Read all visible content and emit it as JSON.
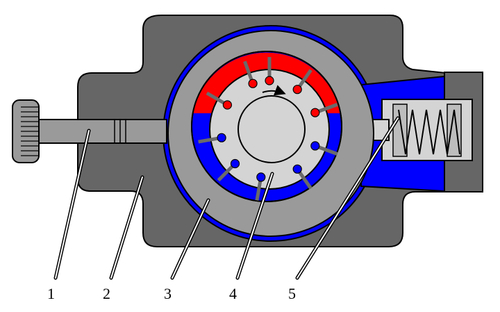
{
  "colors": {
    "housing": "#666666",
    "ring": "#9a9a9a",
    "rotor": "#d4d4d4",
    "high_pressure": "#ff0000",
    "low_pressure": "#0000ff",
    "outline": "#000000",
    "vane": "#6a6a6a"
  },
  "parts": [
    {
      "label": "1"
    },
    {
      "label": "2"
    },
    {
      "label": "3"
    },
    {
      "label": "4"
    },
    {
      "label": "5"
    }
  ],
  "rotation_indicator": "arrow-clockwise-icon"
}
